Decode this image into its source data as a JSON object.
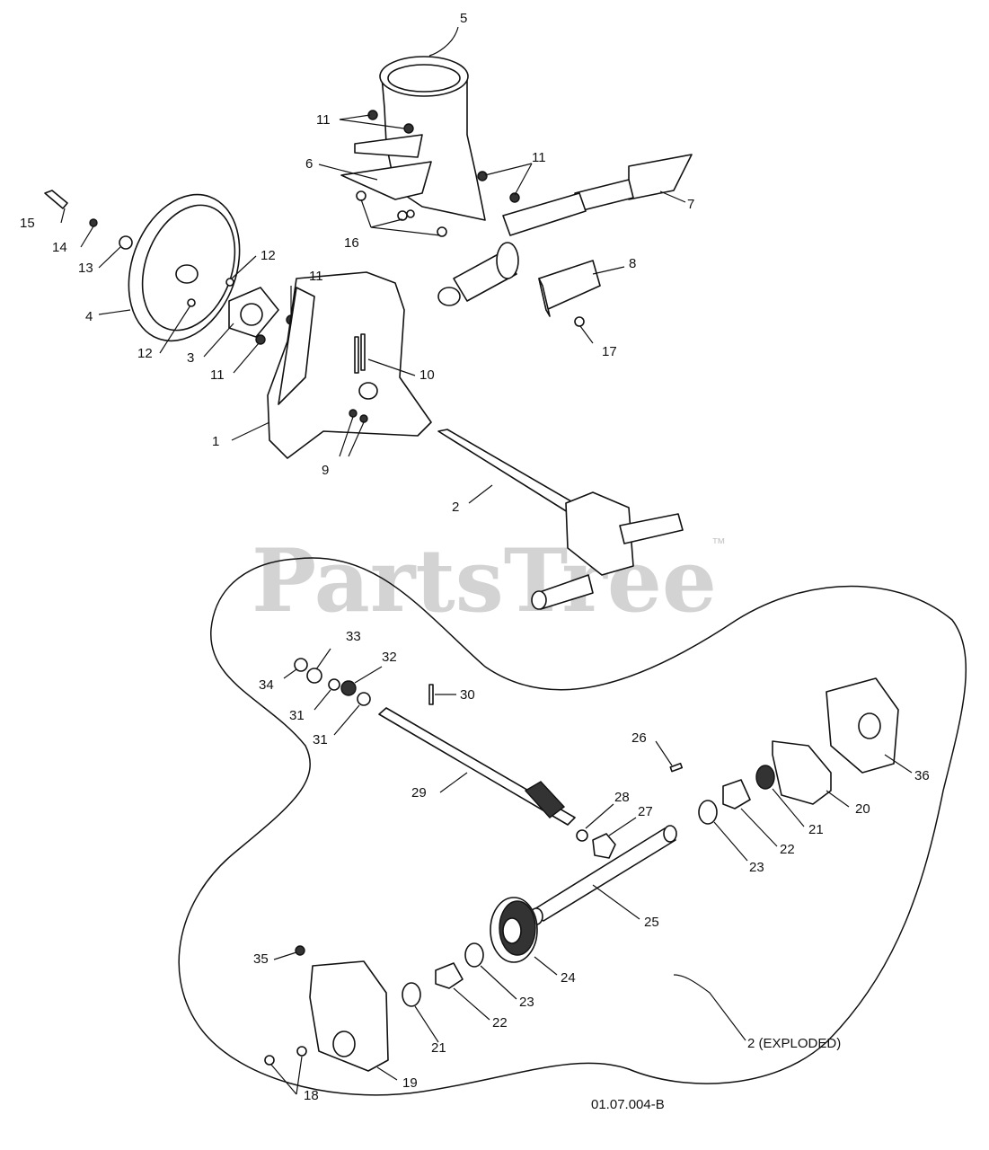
{
  "watermark": {
    "text": "PartsTree",
    "trademark": "™"
  },
  "drawing_ref": "01.07.004-B",
  "callouts": [
    {
      "id": "c1",
      "text": "1"
    },
    {
      "id": "c2",
      "text": "2"
    },
    {
      "id": "c2x",
      "text": "2 (EXPLODED)"
    },
    {
      "id": "c3",
      "text": "3"
    },
    {
      "id": "c4",
      "text": "4"
    },
    {
      "id": "c5",
      "text": "5"
    },
    {
      "id": "c6",
      "text": "6"
    },
    {
      "id": "c7",
      "text": "7"
    },
    {
      "id": "c8",
      "text": "8"
    },
    {
      "id": "c9",
      "text": "9"
    },
    {
      "id": "c10",
      "text": "10"
    },
    {
      "id": "c11a",
      "text": "11"
    },
    {
      "id": "c11b",
      "text": "11"
    },
    {
      "id": "c11c",
      "text": "11"
    },
    {
      "id": "c11d",
      "text": "11"
    },
    {
      "id": "c12a",
      "text": "12"
    },
    {
      "id": "c12b",
      "text": "12"
    },
    {
      "id": "c13",
      "text": "13"
    },
    {
      "id": "c14",
      "text": "14"
    },
    {
      "id": "c15",
      "text": "15"
    },
    {
      "id": "c16",
      "text": "16"
    },
    {
      "id": "c17",
      "text": "17"
    },
    {
      "id": "c18",
      "text": "18"
    },
    {
      "id": "c19",
      "text": "19"
    },
    {
      "id": "c20",
      "text": "20"
    },
    {
      "id": "c21a",
      "text": "21"
    },
    {
      "id": "c21b",
      "text": "21"
    },
    {
      "id": "c22a",
      "text": "22"
    },
    {
      "id": "c22b",
      "text": "22"
    },
    {
      "id": "c23a",
      "text": "23"
    },
    {
      "id": "c23b",
      "text": "23"
    },
    {
      "id": "c24",
      "text": "24"
    },
    {
      "id": "c25",
      "text": "25"
    },
    {
      "id": "c26",
      "text": "26"
    },
    {
      "id": "c27",
      "text": "27"
    },
    {
      "id": "c28",
      "text": "28"
    },
    {
      "id": "c29",
      "text": "29"
    },
    {
      "id": "c30",
      "text": "30"
    },
    {
      "id": "c31a",
      "text": "31"
    },
    {
      "id": "c31b",
      "text": "31"
    },
    {
      "id": "c32",
      "text": "32"
    },
    {
      "id": "c33",
      "text": "33"
    },
    {
      "id": "c34",
      "text": "34"
    },
    {
      "id": "c35",
      "text": "35"
    },
    {
      "id": "c36",
      "text": "36"
    }
  ]
}
